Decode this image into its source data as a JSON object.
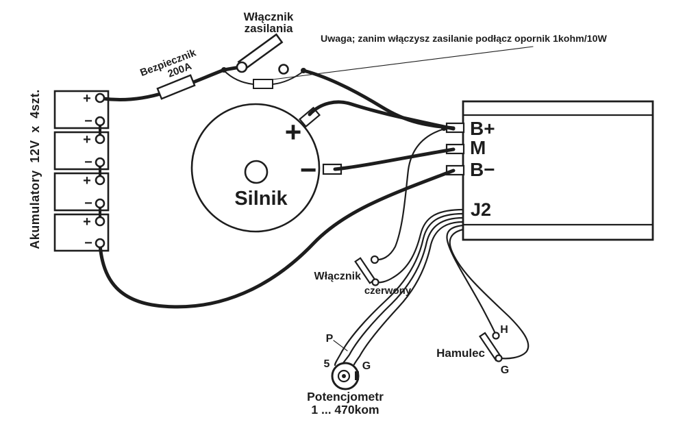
{
  "battery": {
    "label": "Akumulatory 12V x 4szt.",
    "plus": "+",
    "minus": "−",
    "count": 4
  },
  "fuse": {
    "name": "Bezpiecznik",
    "rating": "200A"
  },
  "power_switch": {
    "label_line1": "Włącznik",
    "label_line2": "zasilania"
  },
  "warning_note": "Uwaga; zanim włączysz zasilanie podłącz opornik 1kohm/10W",
  "motor": {
    "label": "Silnik",
    "plus": "+",
    "minus": "−"
  },
  "controller": {
    "terminal_b_plus": "B+",
    "terminal_m": "M",
    "terminal_b_minus": "B−",
    "connector": "J2"
  },
  "key_switch": {
    "label_line1": "Włącznik",
    "label_line2": "czerwony"
  },
  "brake": {
    "label": "Hamulec",
    "pin_h": "H",
    "pin_g": "G"
  },
  "potentiometer": {
    "label": "Potencjometr",
    "range": "1 ... 470kom",
    "pin_p": "P",
    "pin_5": "5",
    "pin_g": "G"
  },
  "colors": {
    "ink": "#1d1d1d",
    "background": "#ffffff"
  }
}
